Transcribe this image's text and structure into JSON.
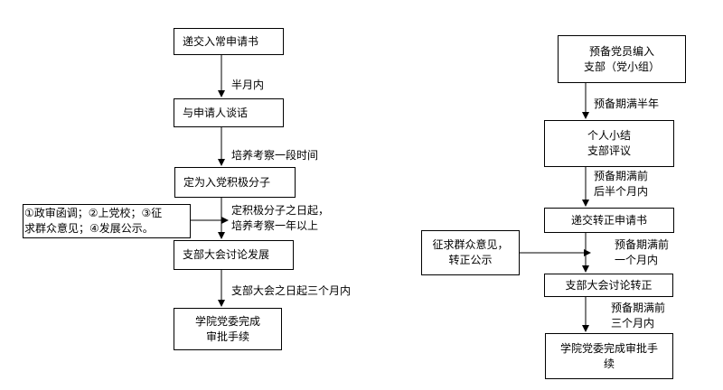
{
  "left_flow": {
    "steps": [
      {
        "text": "递交入常申请书"
      },
      {
        "text": "与申请人谈话"
      },
      {
        "text": "定为入党积极分子"
      },
      {
        "text": "支部大会讨论发展"
      },
      {
        "line1": "学院党委完成",
        "line2": "审批手续"
      }
    ],
    "arrow_labels": [
      {
        "text": "半月内"
      },
      {
        "text": "培养考察一段时间"
      },
      {
        "line1": "定积极分子之日起，",
        "line2": "培养考察一年以上"
      },
      {
        "text": "支部大会之日起三个月内"
      }
    ],
    "side_note": {
      "line1": "①政审函调；②上党校；③征",
      "line2": "求群众意见；④发展公示。"
    }
  },
  "right_flow": {
    "steps": [
      {
        "line1": "预备党员编入",
        "line2": "支部（党小组）"
      },
      {
        "line1": "个人小结",
        "line2": "支部评议"
      },
      {
        "text": "递交转正申请书"
      },
      {
        "text": "支部大会讨论转正"
      },
      {
        "line1": "学院党委完成审批手",
        "line2": "续"
      }
    ],
    "arrow_labels": [
      {
        "text": "预备期满半年"
      },
      {
        "line1": "预备期满前",
        "line2": "后半个月内"
      },
      {
        "line1": "预备期满前",
        "line2": "一个月内"
      },
      {
        "line1": "预备期满前",
        "line2": "三个月内"
      }
    ],
    "side_note": {
      "line1": "征求群众意见，",
      "line2": "转正公示"
    }
  }
}
